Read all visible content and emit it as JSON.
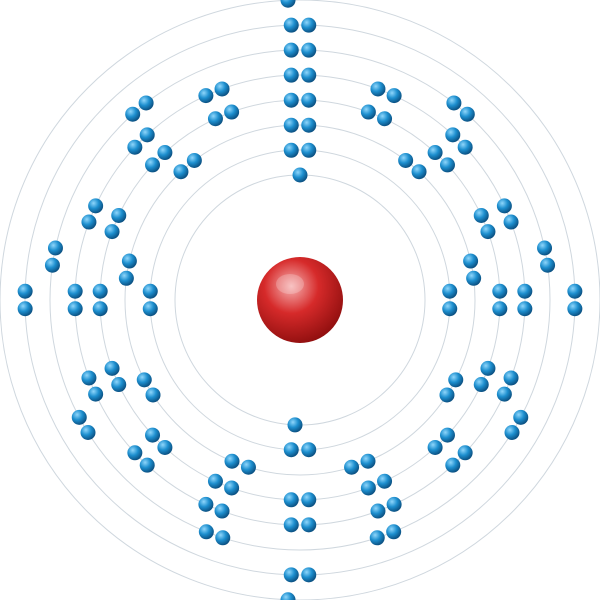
{
  "diagram": {
    "type": "bohr-model",
    "electrons_per_shell": [
      2,
      8,
      18,
      32,
      32,
      18,
      8,
      2
    ],
    "total_electrons": 120,
    "colors": {
      "background": "#ffffff",
      "orbit": "#cfd7de",
      "nucleus_light": "#f6b2b2",
      "nucleus_mid": "#d62a2a",
      "nucleus_dark": "#8e0e0e",
      "electron_light": "#8fd6fb",
      "electron_mid": "#1d8fcf",
      "electron_dark": "#0b4f80"
    }
  }
}
